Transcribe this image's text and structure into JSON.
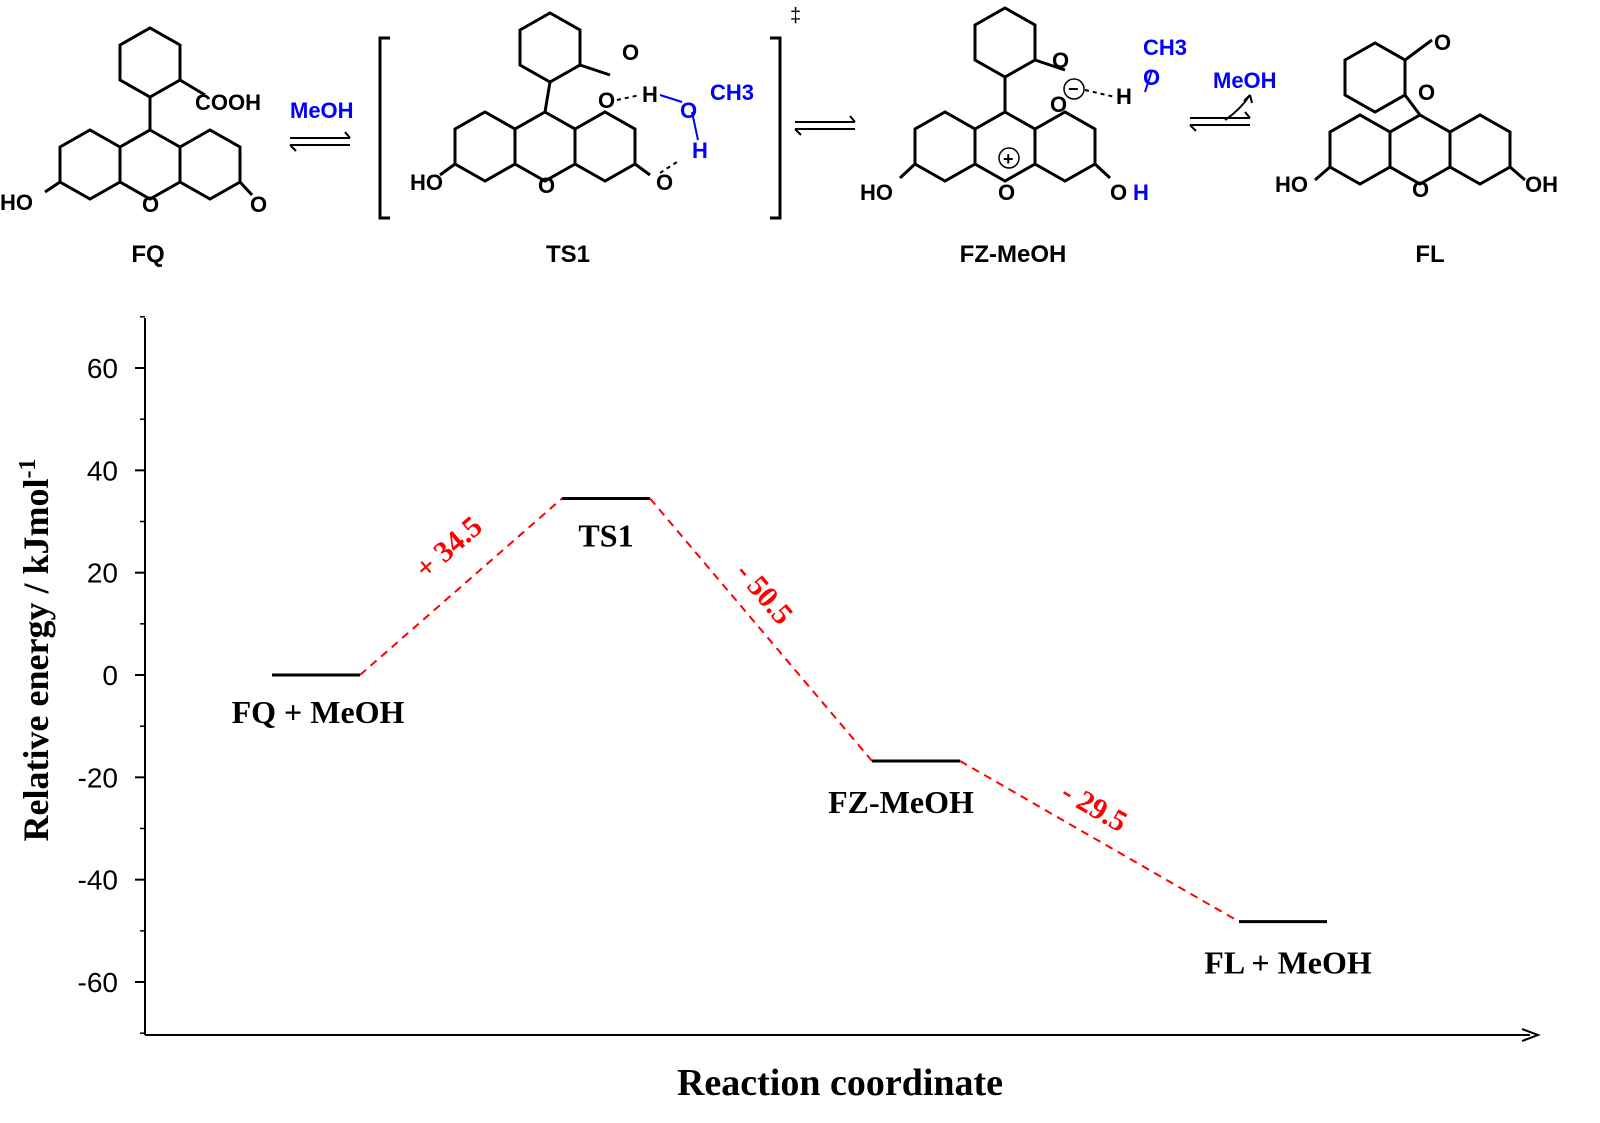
{
  "scheme": {
    "compounds": [
      {
        "label": "FQ"
      },
      {
        "label": "TS1"
      },
      {
        "label": "FZ-MeOH"
      },
      {
        "label": "FL"
      }
    ],
    "ts_marker": "‡",
    "reagent_arrow_1": "MeOH",
    "reagent_arrow_3": "MeOH",
    "fq_text": {
      "cooh": "COOH",
      "ho": "HO",
      "o_ring": "O",
      "o_keto": "O"
    },
    "ts_text": {
      "o_top": "O",
      "o_mid": "O",
      "h1": "H",
      "ch3": "CH3",
      "o_me": "O",
      "h2": "H",
      "ho": "HO",
      "o_ring": "O",
      "o_right": "O"
    },
    "fz_text": {
      "o_top": "O",
      "o_mid": "O",
      "h": "H",
      "ch3": "CH3",
      "o_me": "O",
      "ho": "HO",
      "o_ring": "O",
      "plus": "+",
      "minus": "−",
      "o_right": "O",
      "h_right": "H"
    },
    "fl_text": {
      "o_carbonyl": "O",
      "o_lactone": "O",
      "ho": "HO",
      "o_ring": "O",
      "oh": "OH"
    }
  },
  "chart_data": {
    "type": "line",
    "title": "",
    "xlabel": "Reaction coordinate",
    "ylabel": "Relative energy / kJmol-1",
    "ylim": [
      -70,
      70
    ],
    "yticks": [
      60,
      40,
      20,
      0,
      -20,
      -40,
      -60
    ],
    "grid": false,
    "levels": [
      {
        "name": "FQ + MeOH",
        "x": 1,
        "y": 0
      },
      {
        "name": "TS1",
        "x": 2,
        "y": 34.5
      },
      {
        "name": "FZ-MeOH",
        "x": 3,
        "y": -16.8
      },
      {
        "name": "FL + MeOH",
        "x": 4,
        "y": -48.2
      }
    ],
    "transitions": [
      {
        "label": "+ 34.5"
      },
      {
        "label": "- 50.5"
      },
      {
        "label": "- 29.5"
      }
    ],
    "colors": {
      "levels": "#000000",
      "transitions": "#ff0000",
      "reagent": "#0000ff"
    }
  }
}
